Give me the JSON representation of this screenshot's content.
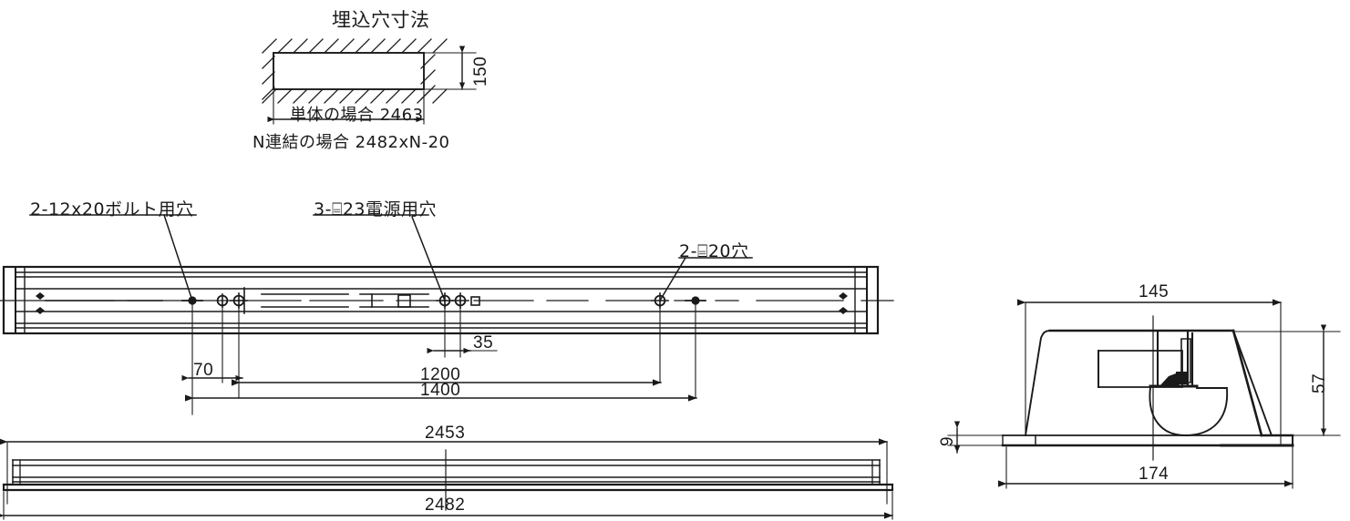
{
  "drawing": {
    "title": "埋込穴寸法",
    "recess": {
      "height_dim": "150",
      "single_label": "単体の場合  2463",
      "multi_label": "N連結の場合  2482xN-20"
    },
    "callouts": {
      "bolt_holes": "2-12x20ボルト用穴",
      "power_holes": "3-⌸23電源用穴",
      "round_holes": "2-⌸20穴"
    },
    "plan_dims": {
      "d35": "35",
      "d70": "70",
      "d1200": "1200",
      "d1400": "1400"
    },
    "elevation_dims": {
      "inner": "2453",
      "outer": "2482"
    },
    "section_dims": {
      "top_width": "145",
      "bottom_width": "174",
      "height": "57",
      "flange": "9"
    },
    "colors": {
      "line": "#1a1a1a",
      "background": "#ffffff"
    }
  }
}
